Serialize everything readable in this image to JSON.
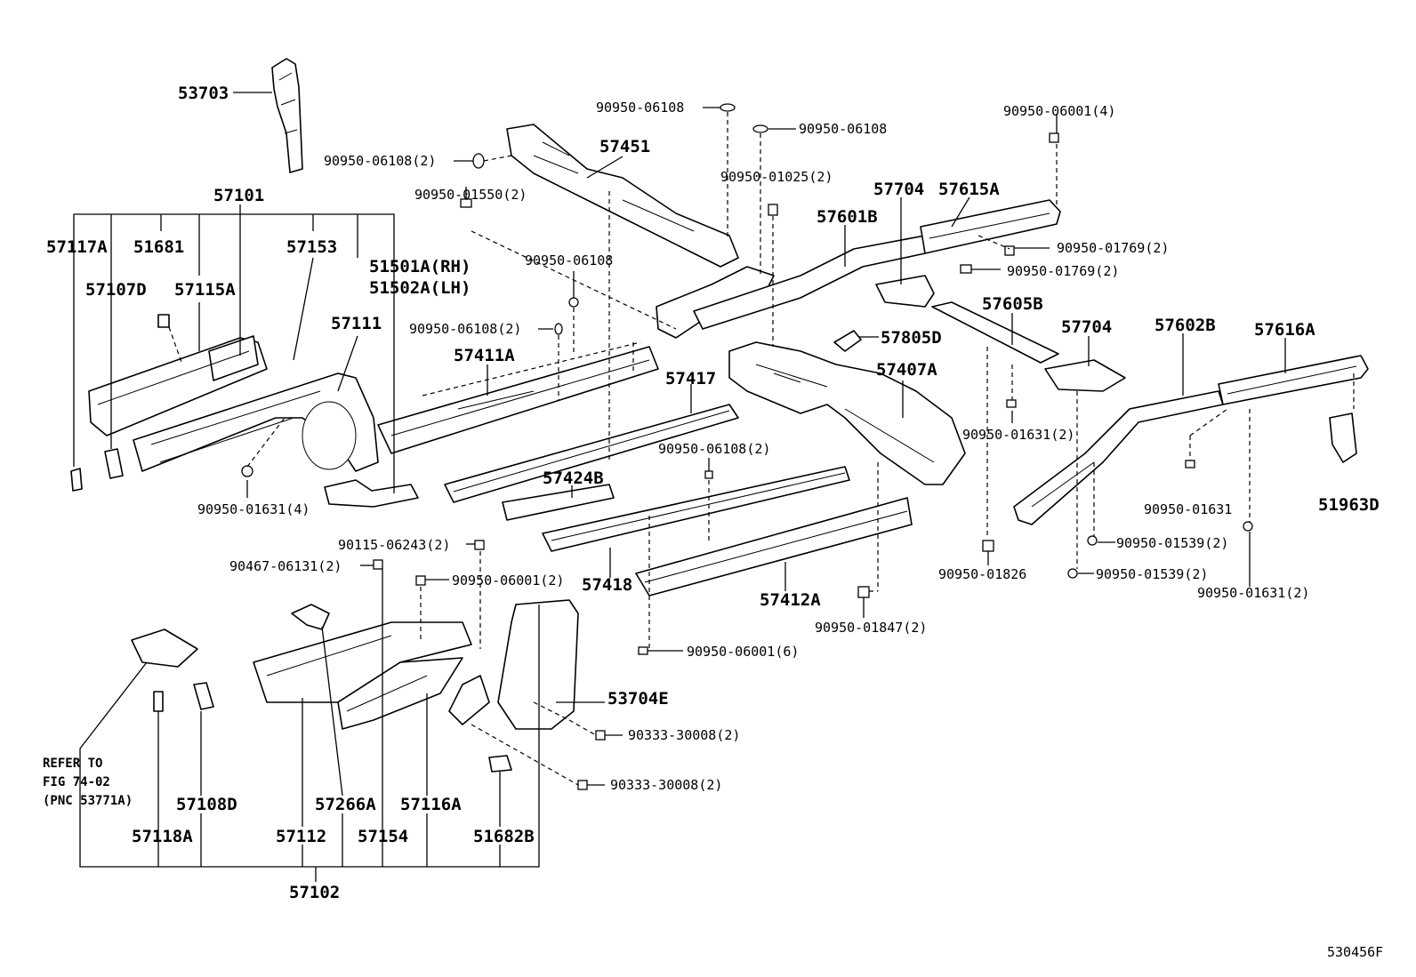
{
  "callouts": {
    "c53703": "53703",
    "c57101": "57101",
    "c57117A": "57117A",
    "c51681": "51681",
    "c57153": "57153",
    "c51501A": "51501A(RH)",
    "c51502A": "51502A(LH)",
    "c57107D": "57107D",
    "c57115A": "57115A",
    "c57111": "57111",
    "c90950_01631_4": "90950-01631(4)",
    "c90950_06108_2_a": "90950-06108(2)",
    "c90950_06108_top": "90950-06108",
    "c57451": "57451",
    "c90950_01550_2": "90950-01550(2)",
    "c90950_06108_mid": "90950-06108",
    "c90950_06108_2_b": "90950-06108(2)",
    "c57411A": "57411A",
    "c57417": "57417",
    "c57424B": "57424B",
    "c90950_06108_right": "90950-06108",
    "c90950_01025_2": "90950-01025(2)",
    "c57704_top": "57704",
    "c57615A": "57615A",
    "c90950_06001_4": "90950-06001(4)",
    "c57601B": "57601B",
    "c90950_01769_2_a": "90950-01769(2)",
    "c90950_01769_2_b": "90950-01769(2)",
    "c57805D": "57805D",
    "c57407A": "57407A",
    "c57605B": "57605B",
    "c57704_mid": "57704",
    "c57602B": "57602B",
    "c57616A": "57616A",
    "c90950_01631_2_a": "90950-01631(2)",
    "c90950_06108_2_c": "90950-06108(2)",
    "c90950_01631": "90950-01631",
    "c51963D": "51963D",
    "c90950_01539_2_a": "90950-01539(2)",
    "c90950_01539_2_b": "90950-01539(2)",
    "c90950_01826": "90950-01826",
    "c90950_01631_2_b": "90950-01631(2)",
    "c90115_06243_2": "90115-06243(2)",
    "c90467_06131_2": "90467-06131(2)",
    "c90950_06001_2": "90950-06001(2)",
    "c57418": "57418",
    "c57412A": "57412A",
    "c90950_01847_2": "90950-01847(2)",
    "c90950_06001_6": "90950-06001(6)",
    "c53704E": "53704E",
    "c90333_30008_2_a": "90333-30008(2)",
    "c90333_30008_2_b": "90333-30008(2)",
    "c57108D": "57108D",
    "c57266A": "57266A",
    "c57116A": "57116A",
    "c57118A": "57118A",
    "c57112": "57112",
    "c57154": "57154",
    "c51682B": "51682B",
    "c57102": "57102"
  },
  "refer_note": {
    "line1": "REFER TO",
    "line2": "FIG 74-02",
    "line3": "(PNC 53771A)"
  },
  "figure_id": "530456F"
}
